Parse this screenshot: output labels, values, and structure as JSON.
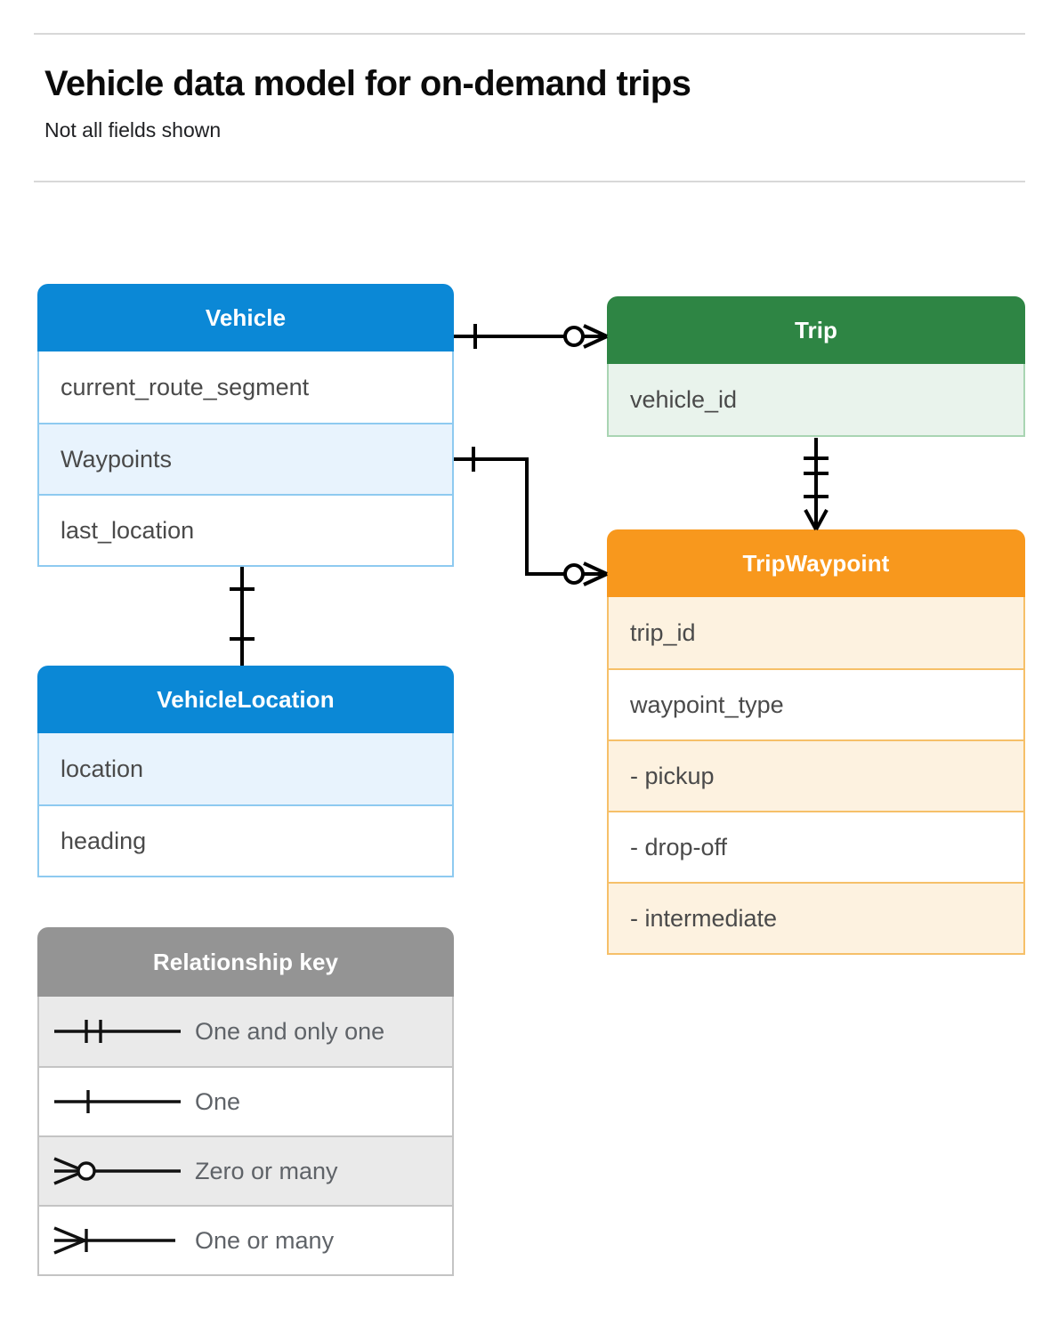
{
  "header": {
    "title": "Vehicle data model for on-demand trips",
    "subtitle": "Not all fields shown"
  },
  "entities": [
    {
      "id": "vehicle",
      "name": "Vehicle",
      "color": "#0b88d6",
      "rows": [
        "current_route_segment",
        "Waypoints",
        "last_location"
      ]
    },
    {
      "id": "vehiclelocation",
      "name": "VehicleLocation",
      "color": "#0b88d6",
      "rows": [
        "location",
        "heading"
      ]
    },
    {
      "id": "trip",
      "name": "Trip",
      "color": "#2e8544",
      "rows": [
        "vehicle_id"
      ]
    },
    {
      "id": "tripwaypoint",
      "name": "TripWaypoint",
      "color": "#f8981d",
      "rows": [
        "trip_id",
        "waypoint_type",
        "-  pickup",
        "-  drop-off",
        "-  intermediate"
      ]
    }
  ],
  "legend": {
    "title": "Relationship key",
    "items": [
      {
        "symbol": "one-and-only-one",
        "label": "One and only one"
      },
      {
        "symbol": "one",
        "label": "One"
      },
      {
        "symbol": "zero-or-many",
        "label": "Zero or many"
      },
      {
        "symbol": "one-or-many",
        "label": "One or many"
      }
    ]
  },
  "relationships": [
    {
      "from": "Vehicle",
      "to": "Trip",
      "from_cardinality": "One",
      "to_cardinality": "Zero or many"
    },
    {
      "from": "Vehicle.Waypoints",
      "to": "TripWaypoint",
      "from_cardinality": "One",
      "to_cardinality": "Zero or many"
    },
    {
      "from": "Trip.vehicle_id",
      "to": "TripWaypoint",
      "from_cardinality": "One and only one",
      "to_cardinality": "One or many"
    },
    {
      "from": "Vehicle.last_location",
      "to": "VehicleLocation",
      "from_cardinality": "One",
      "to_cardinality": "One"
    }
  ],
  "colors": {
    "blue": "#0b88d6",
    "green": "#2e8544",
    "orange": "#f8981d",
    "grey": "#949494",
    "line": "#000000"
  }
}
